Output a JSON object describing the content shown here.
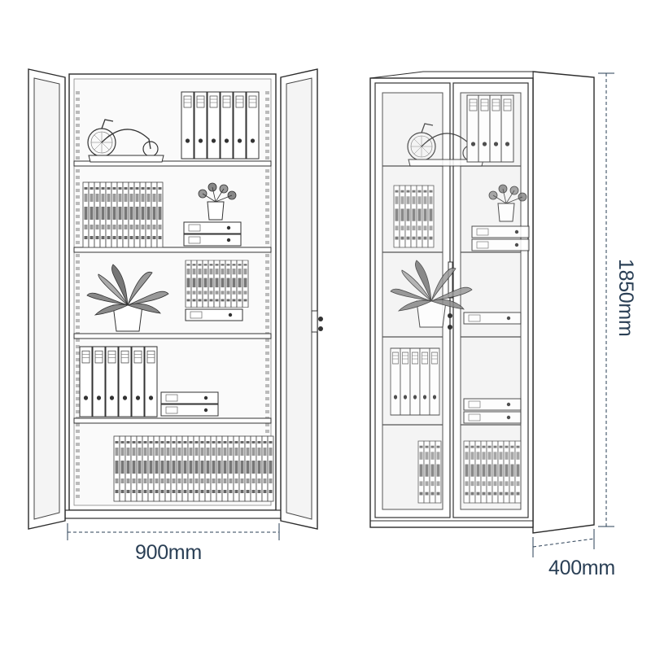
{
  "dimensions": {
    "width": "900mm",
    "height": "1850mm",
    "depth": "400mm"
  },
  "colors": {
    "line": "#2b2b2b",
    "dimension": "#2a3f55",
    "glass": "#f4f4f4"
  }
}
